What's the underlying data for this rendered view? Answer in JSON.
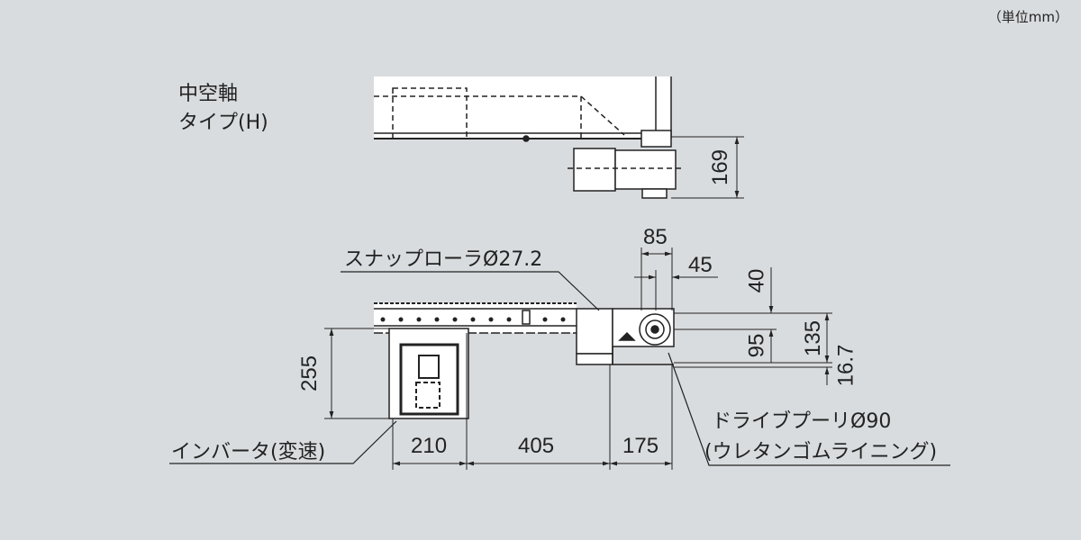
{
  "unit_label": "（単位mm）",
  "type_label": {
    "line1": "中空軸",
    "line2": "タイプ(H)"
  },
  "callouts": {
    "snap_roller": "スナップローラØ27.2",
    "inverter": "インバータ(変速)",
    "drive_pulley": "ドライブプーリØ90",
    "drive_pulley_note": "(ウレタンゴムライニング)"
  },
  "dimensions": {
    "motor_height": "169",
    "d85": "85",
    "d45": "45",
    "d40": "40",
    "d95": "95",
    "d135": "135",
    "d16_7": "16.7",
    "d255": "255",
    "d210": "210",
    "d405": "405",
    "d175": "175"
  },
  "colors": {
    "background": "#d9dcdf",
    "line": "#222222",
    "part_fill": "#ffffff"
  }
}
